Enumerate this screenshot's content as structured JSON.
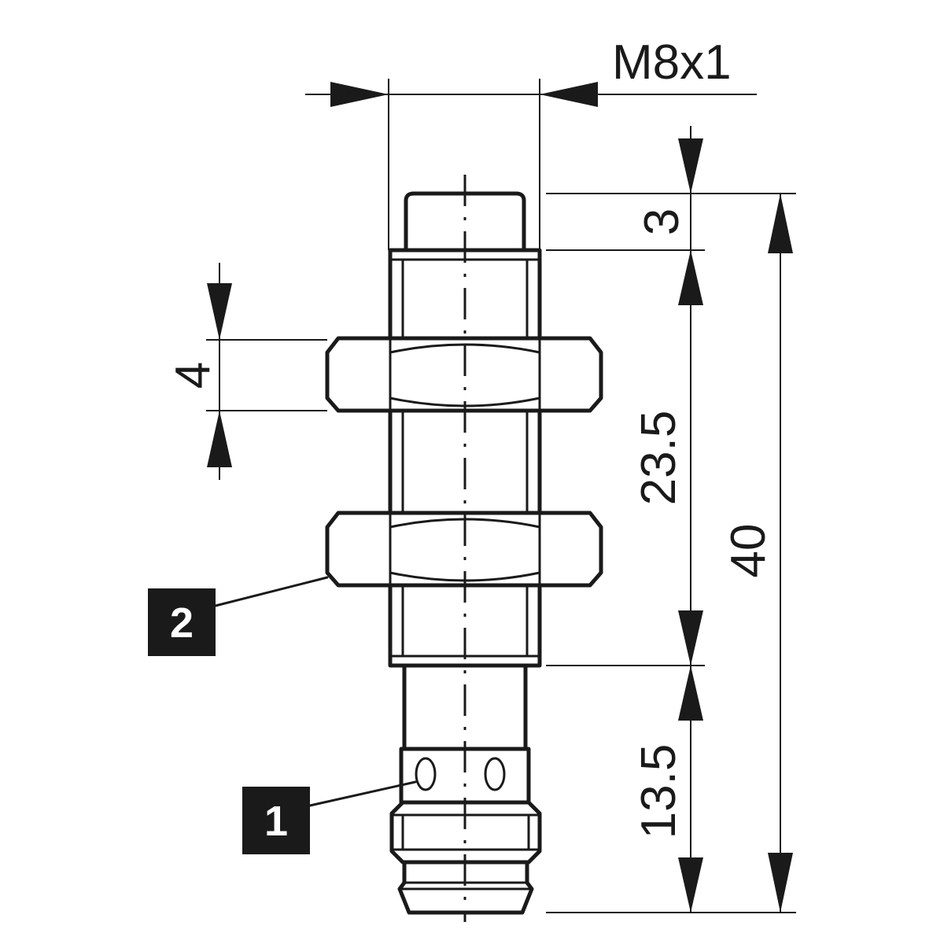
{
  "dimensions": {
    "thread": "M8x1",
    "nut_thickness": "4",
    "tip_length": "3",
    "thread_length": "23.5",
    "connector_length": "13.5",
    "total_length": "40"
  },
  "callouts": {
    "led": "1",
    "nut": "2"
  }
}
